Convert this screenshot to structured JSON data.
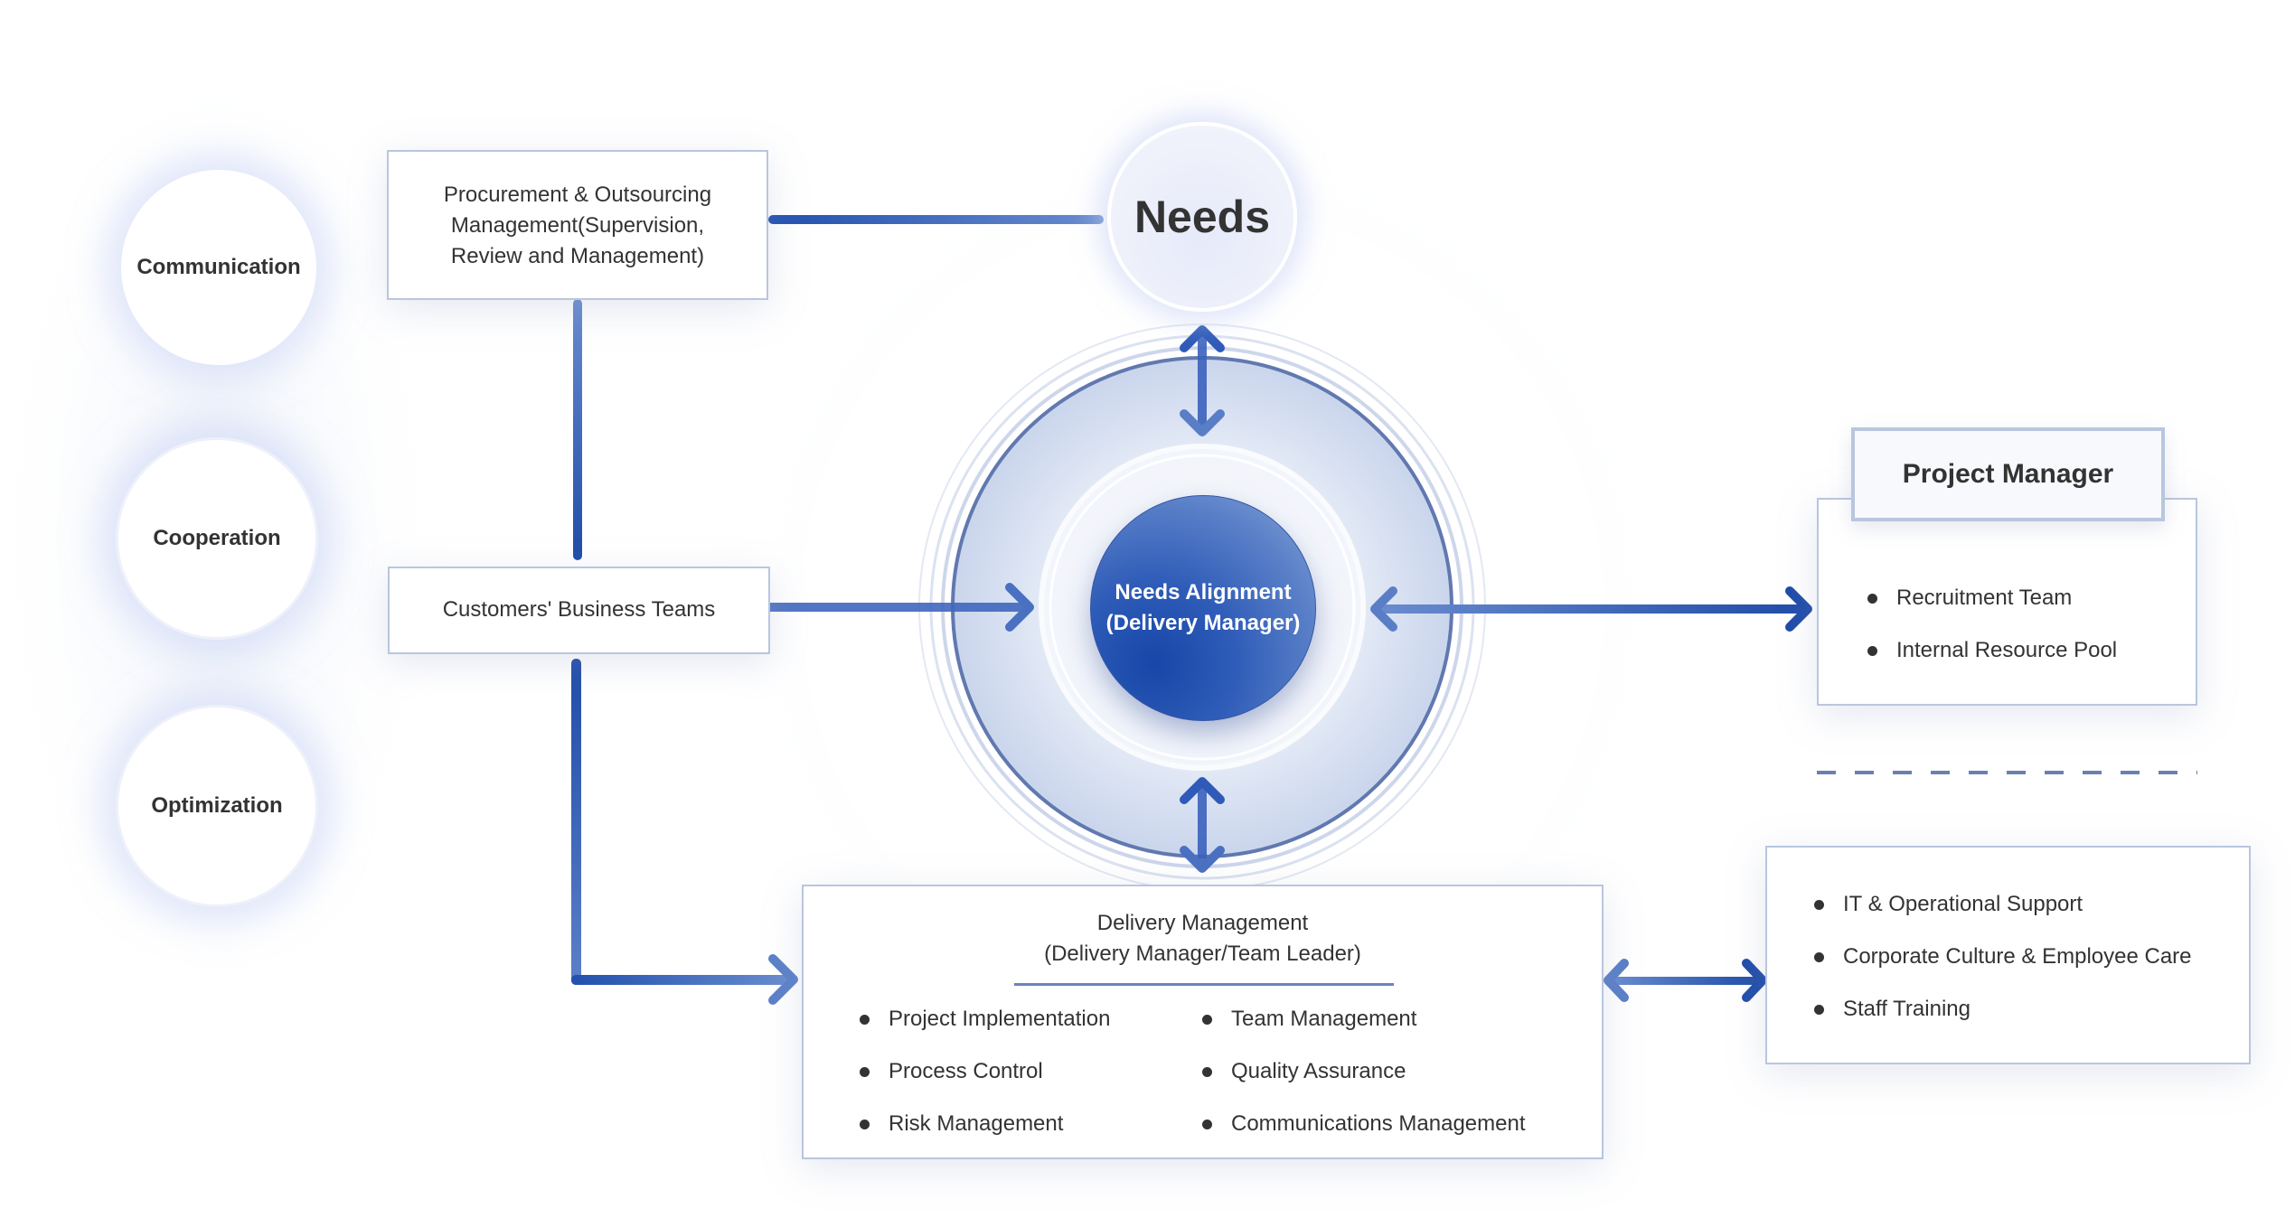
{
  "values": {
    "communication": "Communication",
    "cooperation": "Cooperation",
    "optimization": "Optimization"
  },
  "procurement": {
    "lines": [
      "Procurement & Outsourcing",
      "Management(Supervision,",
      "Review and Management)"
    ]
  },
  "customers": {
    "label": "Customers' Business Teams"
  },
  "needs": {
    "label": "Needs"
  },
  "core": {
    "line1": "Needs Alignment",
    "line2": "(Delivery Manager)"
  },
  "project_manager": {
    "title": "Project Manager",
    "items": [
      "Recruitment Team",
      "Internal Resource Pool"
    ]
  },
  "support": {
    "items": [
      "IT & Operational Support",
      "Corporate Culture & Employee Care",
      "Staff Training"
    ]
  },
  "delivery": {
    "title_line1": "Delivery Management",
    "title_line2": "(Delivery Manager/Team Leader)",
    "left_items": [
      "Project Implementation",
      "Process Control",
      "Risk Management"
    ],
    "right_items": [
      "Team Management",
      "Quality Assurance",
      "Communications Management"
    ]
  },
  "colors": {
    "accent": "#2a58b5",
    "accent_light": "#6a8ccf",
    "border": "#b9c6de",
    "text": "#333333"
  }
}
